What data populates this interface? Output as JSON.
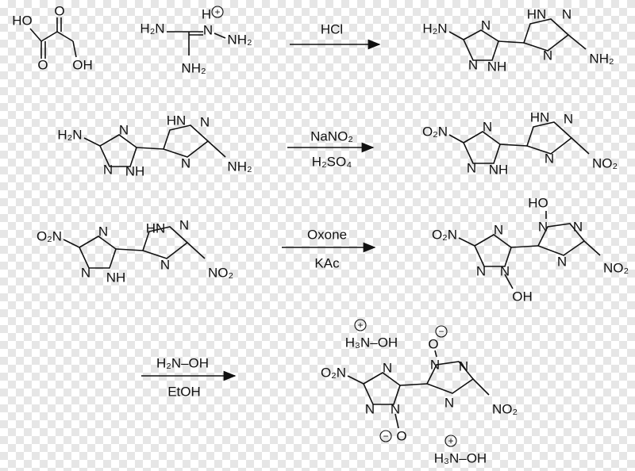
{
  "reagents": {
    "oxalic_acid": {
      "ho": "HO",
      "oh": "OH",
      "o1": "O",
      "o2": "O"
    },
    "aminoguanidinium": {
      "h2n": "H₂N",
      "h": "H",
      "n": "N",
      "nh2": "NH₂",
      "nh2b": "NH₂",
      "charge": "+"
    }
  },
  "conditions": {
    "step1": "HCl",
    "step2_top": "NaNO₂",
    "step2_bottom": "H₂SO₄",
    "step3_top": "Oxone",
    "step3_bottom": "KAc",
    "step4_top": "H₂N–OH",
    "step4_bottom": "EtOH"
  },
  "labels": {
    "h2n": "H₂N",
    "nh2": "NH₂",
    "o2n": "O₂N",
    "no2": "NO₂",
    "n": "N",
    "nh": "NH",
    "hn": "HN",
    "n_h": "N–H",
    "oh": "OH",
    "ho": "HO",
    "o": "O",
    "minus": "−",
    "plus": "+",
    "hydroxylammonium": "H₃N–OH"
  }
}
